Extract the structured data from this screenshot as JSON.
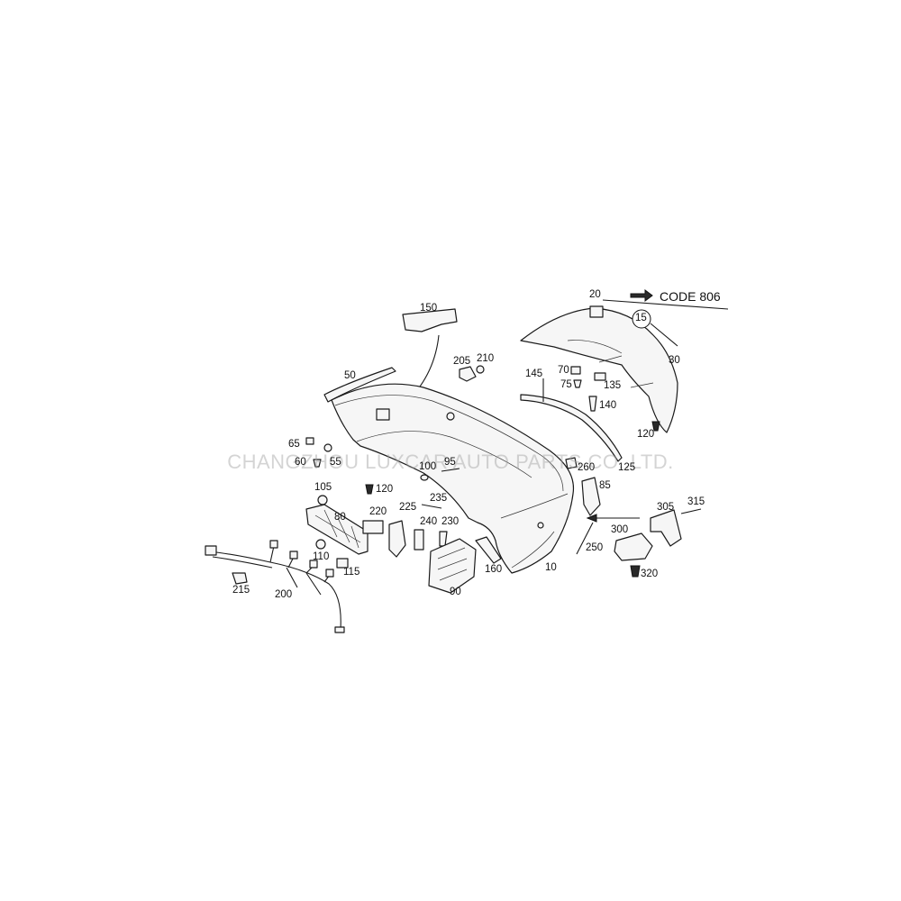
{
  "callouts": {
    "c10": "10",
    "c15": "15",
    "c20": "20",
    "c30": "30",
    "c50": "50",
    "c55": "55",
    "c60": "60",
    "c65": "65",
    "c70": "70",
    "c75": "75",
    "c80": "80",
    "c85": "85",
    "c90": "90",
    "c95": "95",
    "c100": "100",
    "c105": "105",
    "c110": "110",
    "c115": "115",
    "c120a": "120",
    "c120b": "120",
    "c125": "125",
    "c135": "135",
    "c140": "140",
    "c145": "145",
    "c150": "150",
    "c160": "160",
    "c200": "200",
    "c205": "205",
    "c210": "210",
    "c215": "215",
    "c220": "220",
    "c225": "225",
    "c230": "230",
    "c235": "235",
    "c240": "240",
    "c250": "250",
    "c260": "260",
    "c300": "300",
    "c305": "305",
    "c315": "315",
    "c320": "320"
  },
  "code_label": "CODE 806",
  "watermark": "CHANGZHOU LUXCAR AUTO PARTS CO.,LTD."
}
